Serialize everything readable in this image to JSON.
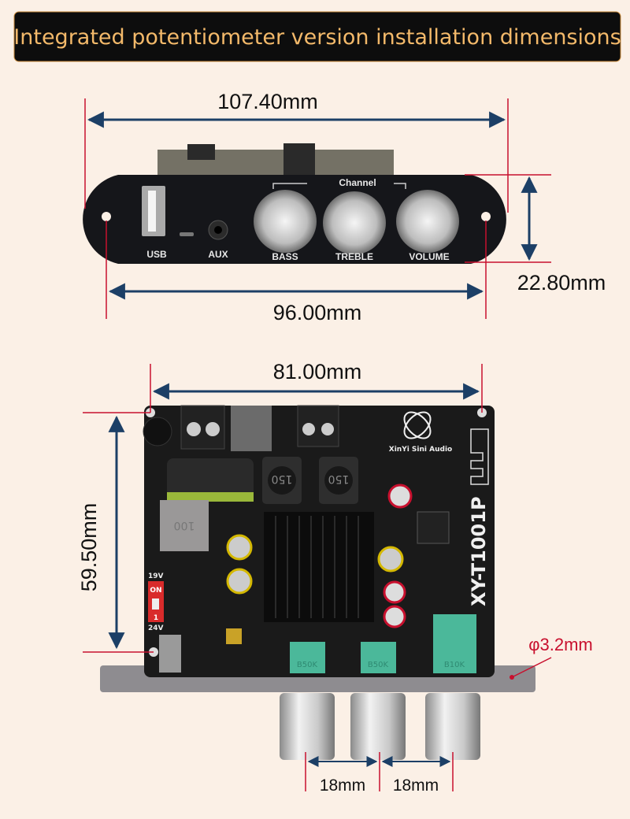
{
  "title": "Integrated potentiometer version installation dimensions",
  "colors": {
    "background": "#fbf0e6",
    "title_bar": "#0d0d0d",
    "title_text": "#f3b96a",
    "arrow": "#1c3f66",
    "guide": "#c8102e",
    "board": "#1a1a1a"
  },
  "front_panel": {
    "width_dim": "107.40mm",
    "height_dim": "22.80mm",
    "hole_spacing_dim": "96.00mm",
    "labels": {
      "usb": "USB",
      "aux": "AUX",
      "channel": "Channel",
      "bass": "BASS",
      "treble": "TREBLE",
      "volume": "VOLUME"
    }
  },
  "board": {
    "width_dim": "81.00mm",
    "height_dim": "59.50mm",
    "hole_dim": "φ3.2mm",
    "knob_spacing": [
      "18mm",
      "18mm"
    ],
    "brand": "XinYi Sini Audio",
    "model": "XY-T1001P",
    "switch": {
      "top": "19V",
      "on": "ON",
      "pos": "1",
      "bottom": "24V"
    },
    "inductors": [
      "150",
      "150",
      "100"
    ],
    "pots": [
      "B50K",
      "B50K",
      "B10K"
    ]
  }
}
